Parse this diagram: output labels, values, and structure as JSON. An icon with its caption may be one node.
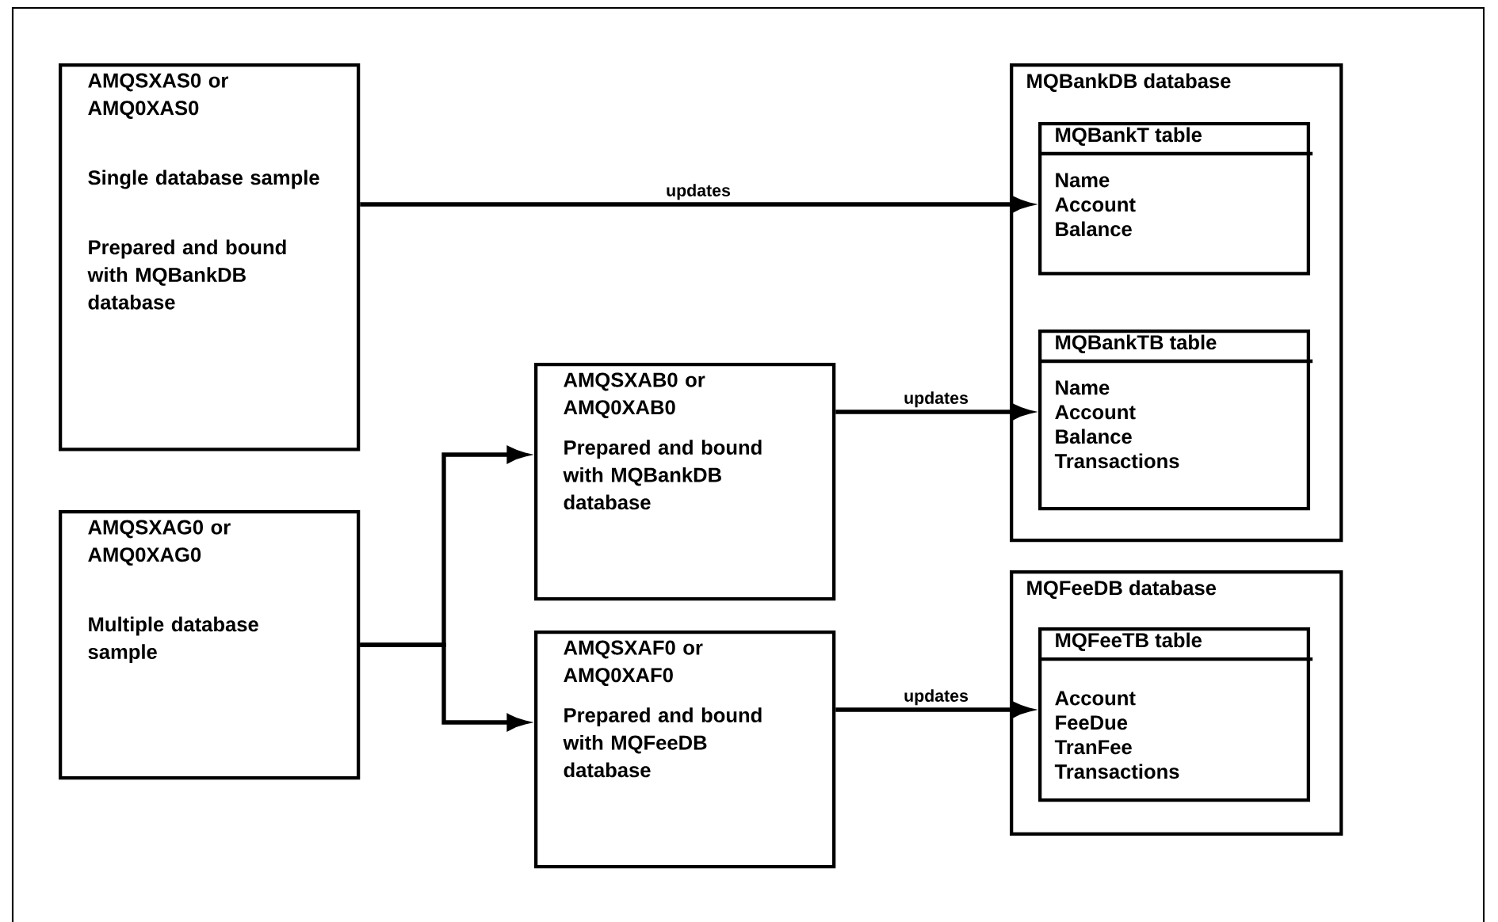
{
  "diagram": {
    "nodes": [
      {
        "text": [
          "AMQSXAS0 or AMQ0XAS0",
          "Single database sample",
          "Prepared and bound with MQBankDB database"
        ]
      },
      {
        "text": [
          "AMQSXAB0 or AMQ0XAB0",
          "Prepared and bound with MQBankDB database"
        ]
      },
      {
        "text": [
          "AMQSXAG0 or AMQ0XAG0",
          "Multiple database sample"
        ]
      },
      {
        "text": [
          "AMQSXAF0 or AMQ0XAF0",
          "Prepared and bound with MQFeeDB database"
        ]
      },
      {
        "text": [
          "MQBankDB database"
        ]
      },
      {
        "text": [
          "MQBankT table",
          "Name",
          "Account",
          "Balance"
        ],
        "in": 4
      },
      {
        "text": [
          "MQBankTB table",
          "Name",
          "Account",
          "Balance",
          "Transactions"
        ],
        "in": 4
      },
      {
        "text": [
          "MQFeeDB database"
        ]
      },
      {
        "text": [
          "MQFeeTB table",
          "Account",
          "FeeDue",
          "TranFee",
          "Transactions"
        ],
        "in": 7
      }
    ],
    "edges": [
      {
        "from": 0,
        "to": 5,
        "arrow": "to",
        "label": "updates"
      },
      {
        "from": 2,
        "to": 1,
        "arrow": "to"
      },
      {
        "from": 2,
        "to": 3,
        "arrow": "to"
      },
      {
        "from": 1,
        "to": 6,
        "arrow": "to",
        "label": "updates"
      },
      {
        "from": 3,
        "to": 8,
        "arrow": "to",
        "label": "updates"
      }
    ]
  }
}
